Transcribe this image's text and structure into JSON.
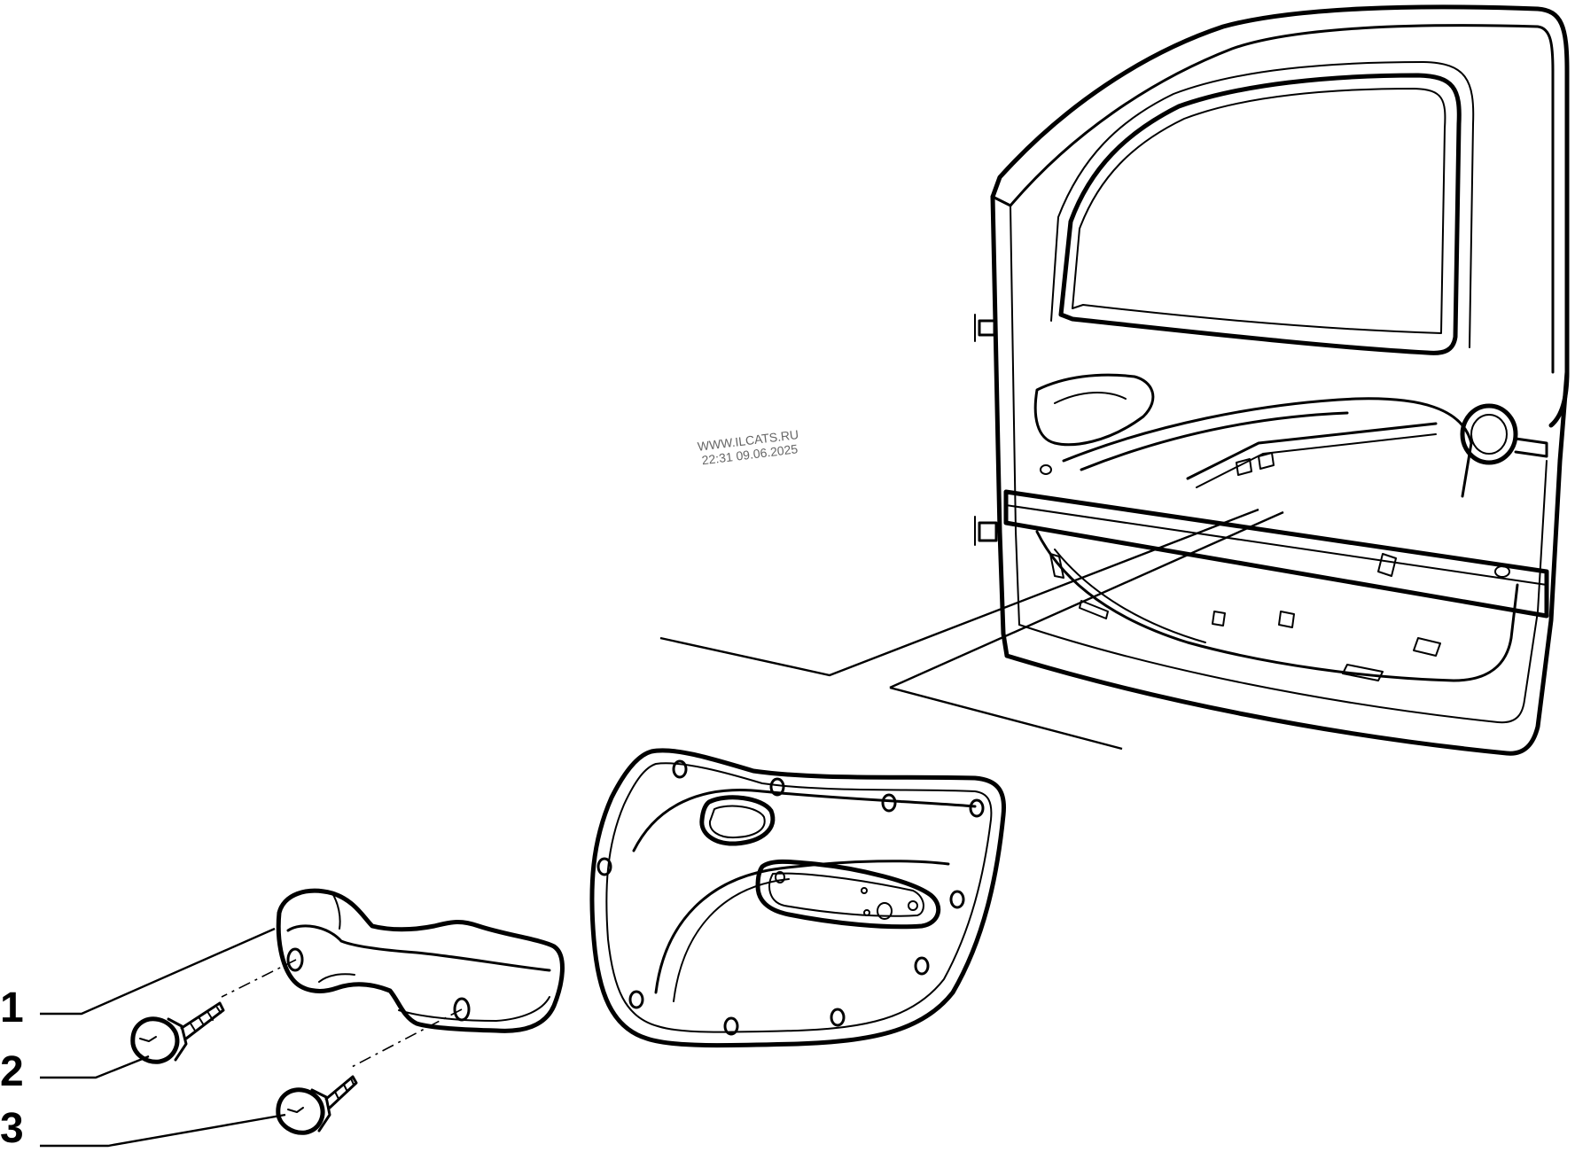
{
  "callouts": [
    {
      "id": "1",
      "label": "1",
      "part": "grab-handle"
    },
    {
      "id": "2",
      "label": "2",
      "part": "screw-upper"
    },
    {
      "id": "3",
      "label": "3",
      "part": "screw-lower"
    }
  ],
  "watermark": {
    "line1": "WWW.ILCATS.RU",
    "line2": "22:31 09.06.2025"
  },
  "colors": {
    "ink": "#000000",
    "background": "#ffffff",
    "watermark": "#666666"
  }
}
